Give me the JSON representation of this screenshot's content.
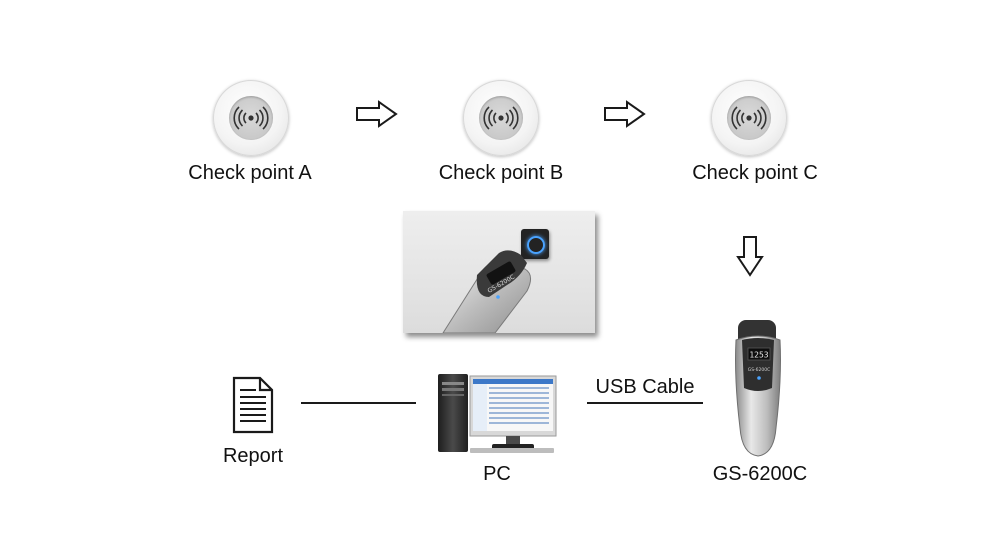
{
  "checkpoints": [
    {
      "label": "Check point A",
      "icon": "rfid-signal-icon"
    },
    {
      "label": "Check point B",
      "icon": "rfid-signal-icon"
    },
    {
      "label": "Check point C",
      "icon": "rfid-signal-icon"
    }
  ],
  "nodes": {
    "report": {
      "label": "Report",
      "icon": "document-icon"
    },
    "pc": {
      "label": "PC",
      "icon": "desktop-computer-icon"
    },
    "device": {
      "label": "GS-6200C",
      "icon": "patrol-reader-icon"
    }
  },
  "connection": {
    "label": "USB Cable"
  },
  "device_text": {
    "screen": "1253",
    "model": "GS-6200C"
  },
  "colors": {
    "line": "#1a1a1a",
    "led": "#4aa3ff",
    "device_silver": "#c8c8c8"
  }
}
